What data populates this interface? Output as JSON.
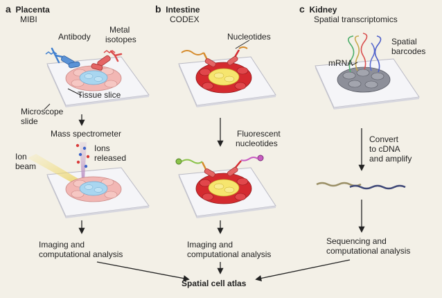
{
  "panels": [
    {
      "letter": "a",
      "title": "Placenta",
      "subtitle": "MIBI"
    },
    {
      "letter": "b",
      "title": "Intestine",
      "subtitle": "CODEX"
    },
    {
      "letter": "c",
      "title": "Kidney",
      "subtitle": "Spatial transcriptomics"
    }
  ],
  "labels": {
    "antibody": "Antibody",
    "metal_isotopes": [
      "Metal",
      "isotopes"
    ],
    "tissue_slice": "Tissue slice",
    "microscope_slide": [
      "Microscope",
      "slide"
    ],
    "mass_spectrometer": "Mass spectrometer",
    "ion_beam": [
      "Ion",
      "beam"
    ],
    "ions_released": [
      "Ions",
      "released"
    ],
    "nucleotides": "Nucleotides",
    "fluorescent_nucleotides": [
      "Fluorescent",
      "nucleotides"
    ],
    "mrna": "mRNA",
    "spatial_barcodes": [
      "Spatial",
      "barcodes"
    ],
    "convert": [
      "Convert",
      "to cDNA",
      "and amplify"
    ],
    "imaging_a": [
      "Imaging and",
      "computational analysis"
    ],
    "imaging_b": [
      "Imaging and",
      "computational analysis"
    ],
    "sequencing": [
      "Sequencing and",
      "computational analysis"
    ],
    "atlas": "Spatial cell atlas"
  },
  "colors": {
    "background": "#f3f0e7",
    "slide_face": "#f5f5f8",
    "slide_edge": "#b9b9c4",
    "placenta_cells": "#f2b7b4",
    "placenta_center": "#a9d6f0",
    "intestine_cells": "#d42a2f",
    "intestine_center": "#f6e56e",
    "kidney_cells": "#8d8f99",
    "antibody_blue": "#3f7fcf",
    "metal_red": "#dc4b4b",
    "nucleotide_orange": "#d58a2a"
  }
}
